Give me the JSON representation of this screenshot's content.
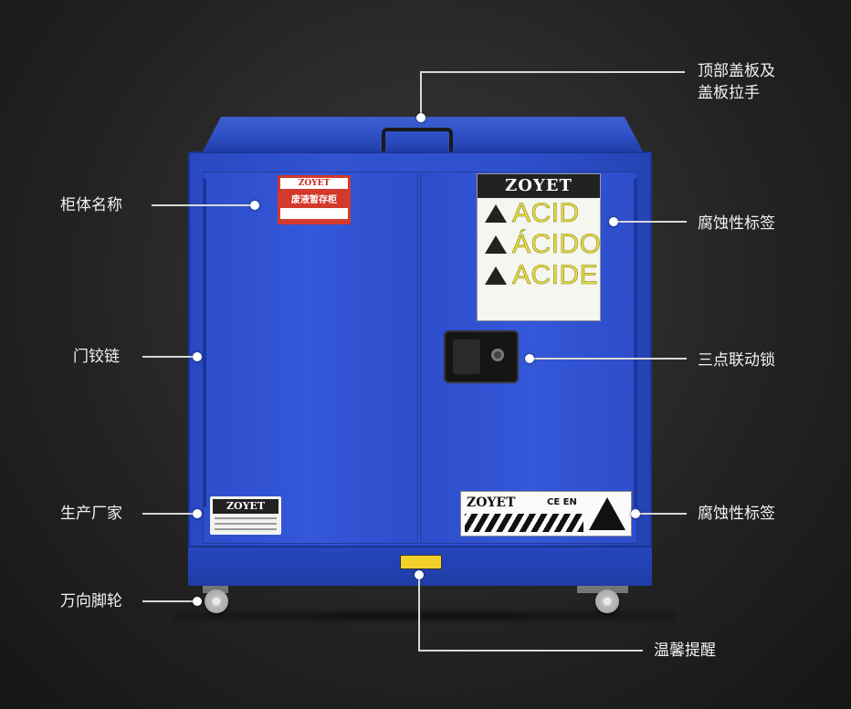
{
  "callouts": {
    "top_cover": [
      "顶部盖板及",
      "盖板拉手"
    ],
    "cabinet_name": "柜体名称",
    "corrosive_label_top": "腐蚀性标签",
    "door_hinge": "门铰链",
    "three_point_lock": "三点联动锁",
    "manufacturer": "生产厂家",
    "corrosive_label_bottom": "腐蚀性标签",
    "casters": "万向脚轮",
    "warm_reminder": "温馨提醒"
  },
  "product": {
    "brand": "ZOYET",
    "name_label_title": "废液暂存柜",
    "acid_words": [
      "ACID",
      "ÁCIDO",
      "ACIDE"
    ],
    "ce_mark": "CE EN"
  },
  "colors": {
    "cabinet_blue": "#2f50cd",
    "name_label_red": "#d23a2c",
    "acid_text_yellow": "#e6df45",
    "background": "#222222"
  }
}
